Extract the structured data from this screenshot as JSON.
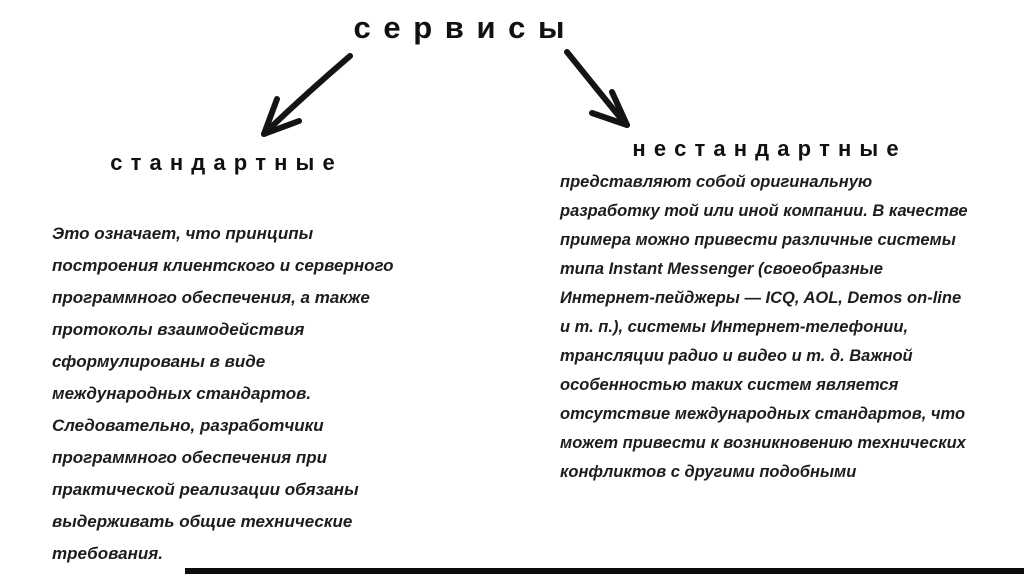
{
  "title": "с е р в и с ы",
  "left": {
    "heading": "с т а н д а р т н ы е",
    "body": "Это означает, что принципы построения клиентского и серверного программного обеспечения, а также протоколы взаимодействия сформулированы в виде международных стандартов. Следовательно, разработчики программного обеспечения при практической реализации обязаны выдерживать общие технические требования."
  },
  "right": {
    "heading": "н е с т а н д а р т н ы е",
    "body": "представляют собой оригинальную разработку той или иной компании. В качестве примера можно привести различные системы типа Instant Messenger (своеобразные Интернет-пейджеры — ICQ, AOL, Demos on-line и т. п.), системы Интернет-телефонии, трансляции радио и видео и т. д. Важной особенностью таких систем является отсутствие международных стандартов, что может привести к возникновению технических конфликтов с другими подобными"
  },
  "colors": {
    "ink": "#111111",
    "background": "#ffffff"
  }
}
